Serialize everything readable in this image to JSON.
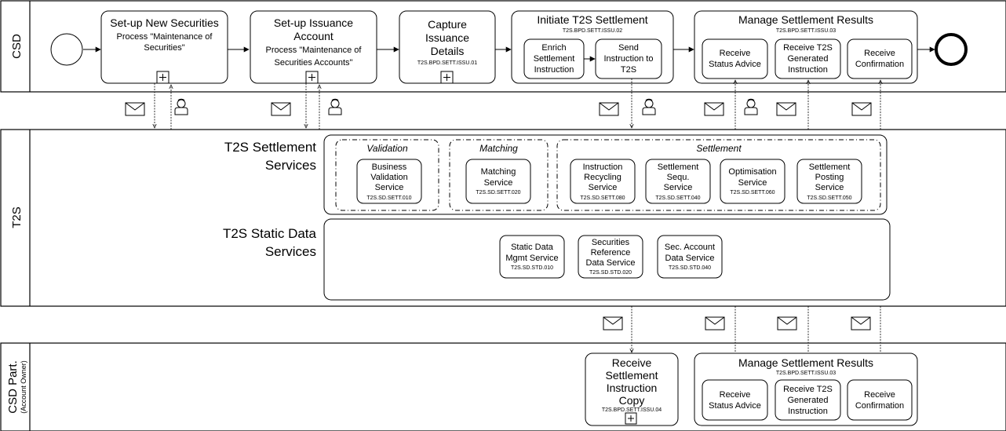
{
  "lanes": {
    "csd": "CSD",
    "t2s": "T2S",
    "part_1": "CSD Part.",
    "part_2": "(Account Owner)"
  },
  "csd_row": {
    "newsec": {
      "title": "Set-up New Securities",
      "sub1": "Process \"Maintenance of",
      "sub2": "Securities\""
    },
    "issacc": {
      "title1": "Set-up Issuance",
      "title2": "Account",
      "sub1": "Process \"Maintenance of",
      "sub2": "Securities Accounts\""
    },
    "capture": {
      "l1": "Capture",
      "l2": "Issuance",
      "l3": "Details",
      "code": "T2S.BPD.SETT.ISSU.01"
    },
    "initiate": {
      "title": "Initiate T2S Settlement",
      "code": "T2S.BPD.SETT.ISSU.02",
      "enrich": [
        "Enrich",
        "Settlement",
        "Instruction"
      ],
      "send": [
        "Send",
        "Instruction to",
        "T2S"
      ]
    },
    "manage": {
      "title": "Manage Settlement Results",
      "code": "T2S.BPD.SETT.ISSU.03",
      "status": [
        "Receive",
        "Status Advice"
      ],
      "generated": [
        "Receive T2S",
        "Generated",
        "Instruction"
      ],
      "confirm": [
        "Receive",
        "Confirmation"
      ]
    }
  },
  "t2s": {
    "settlement_services": [
      "T2S Settlement",
      "Services"
    ],
    "static_services": [
      "T2S Static Data",
      "Services"
    ],
    "groups": {
      "validation": "Validation",
      "matching": "Matching",
      "settlement": "Settlement"
    },
    "services": [
      {
        "lines": [
          "Business",
          "Validation",
          "Service"
        ],
        "code": "T2S.SD.SETT.010"
      },
      {
        "lines": [
          "Matching",
          "Service"
        ],
        "code": "T2S.SD.SETT.020"
      },
      {
        "lines": [
          "Instruction",
          "Recycling",
          "Service"
        ],
        "code": "T2S.SD.SETT.080"
      },
      {
        "lines": [
          "Settlement",
          "Sequ.",
          "Service"
        ],
        "code": "T2S.SD.SETT.040"
      },
      {
        "lines": [
          "Optimisation",
          "Service"
        ],
        "code": "T2S.SD.SETT.060"
      },
      {
        "lines": [
          "Settlement",
          "Posting",
          "Service"
        ],
        "code": "T2S.SD.SETT.050"
      }
    ],
    "static": [
      {
        "lines": [
          "Static Data",
          "Mgmt Service"
        ],
        "code": "T2S.SD.STD.010"
      },
      {
        "lines": [
          "Securities",
          "Reference",
          "Data Service"
        ],
        "code": "T2S.SD.STD.020"
      },
      {
        "lines": [
          "Sec. Account",
          "Data Service"
        ],
        "code": "T2S.SD.STD.040"
      }
    ]
  },
  "part_row": {
    "copy": {
      "lines": [
        "Receive",
        "Settlement",
        "Instruction",
        "Copy"
      ],
      "code": "T2S.BPD.SETT.ISSU.04"
    },
    "manage": {
      "title": "Manage Settlement Results",
      "code": "T2S.BPD.SETT.ISSU.03",
      "status": [
        "Receive",
        "Status Advice"
      ],
      "generated": [
        "Receive T2S",
        "Generated",
        "Instruction"
      ],
      "confirm": [
        "Receive",
        "Confirmation"
      ]
    }
  },
  "icons": {
    "message": "envelope-icon",
    "actor": "person-icon",
    "subprocess": "plus-box-icon"
  }
}
